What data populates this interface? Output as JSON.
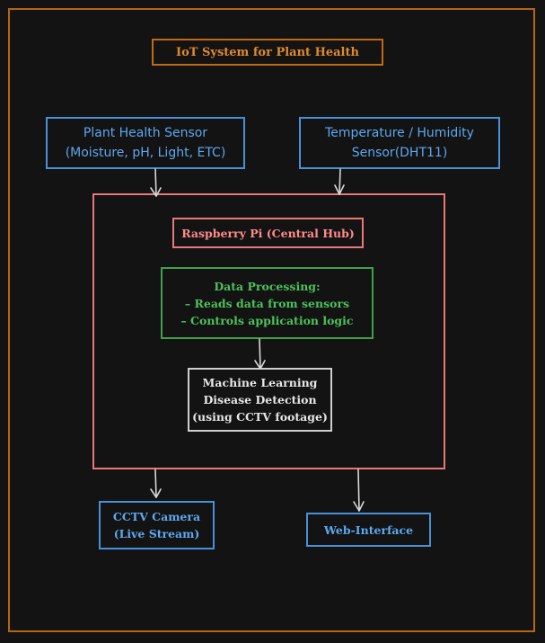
{
  "title": "IoT System for Plant Health",
  "nodes": {
    "plant_sensor": "Plant Health Sensor\n(Moisture, pH, Light, ETC)",
    "dht_sensor": "Temperature / Humidity\nSensor(DHT11)",
    "raspberry_pi": "Raspberry Pi (Central Hub)",
    "data_processing": "Data Processing:\n– Reads data from sensors\n– Controls application logic",
    "ml_detection": "Machine Learning\nDisease Detection\n(using CCTV footage)",
    "cctv": "CCTV Camera\n(Live Stream)",
    "web": "Web-Interface"
  },
  "colors": {
    "frame": "#b8650f",
    "title": "#e08a2c",
    "sensor": "#4a90d9",
    "hub": "#e87878",
    "processing": "#3fa14a",
    "ml": "#cfcfcf",
    "arrow": "#d8d8d8"
  }
}
